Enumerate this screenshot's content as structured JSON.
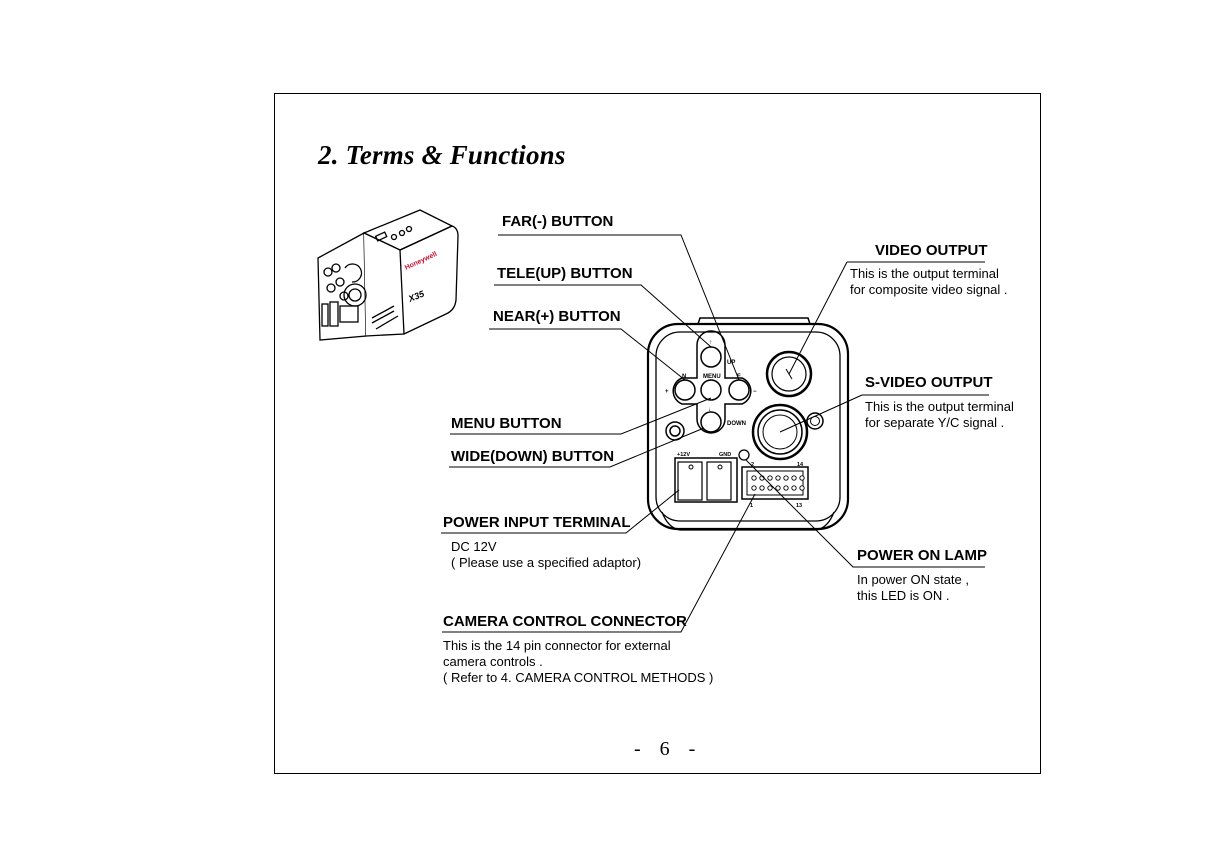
{
  "title": "2. Terms & Functions",
  "camera_brand": "Honeywell",
  "camera_model": "X35",
  "panel_marks": {
    "up_arrow": "↑",
    "up": "UP",
    "near": "N",
    "far": "F",
    "menu": "MENU",
    "down_arrow": "↓",
    "down": "DOWN",
    "plus": "+",
    "minus": "−",
    "plus12v": "+12V",
    "gnd": "GND",
    "pin2": "2",
    "pin14": "14",
    "pin1": "1",
    "pin13": "13"
  },
  "labels": {
    "far_button": "FAR(-) BUTTON",
    "tele_button": "TELE(UP) BUTTON",
    "near_button": "NEAR(+) BUTTON",
    "menu_button": "MENU BUTTON",
    "wide_button": "WIDE(DOWN) BUTTON",
    "power_input": "POWER INPUT TERMINAL",
    "camera_control": "CAMERA CONTROL CONNECTOR",
    "video_output": "VIDEO OUTPUT",
    "s_video_output": "S-VIDEO OUTPUT",
    "power_on_lamp": "POWER ON LAMP"
  },
  "descriptions": {
    "video_output": [
      "This is the output terminal",
      "for composite video signal ."
    ],
    "s_video_output": [
      "This is the output terminal",
      "for separate Y/C signal ."
    ],
    "power_input": [
      "DC 12V",
      "( Please use a specified  adaptor)"
    ],
    "power_on_lamp": [
      "In power ON state ,",
      "this LED is ON ."
    ],
    "camera_control": [
      "This is the 14 pin connector for external",
      "camera controls .",
      "( Refer to 4. CAMERA CONTROL METHODS )"
    ]
  },
  "page_number": "-  6  -"
}
